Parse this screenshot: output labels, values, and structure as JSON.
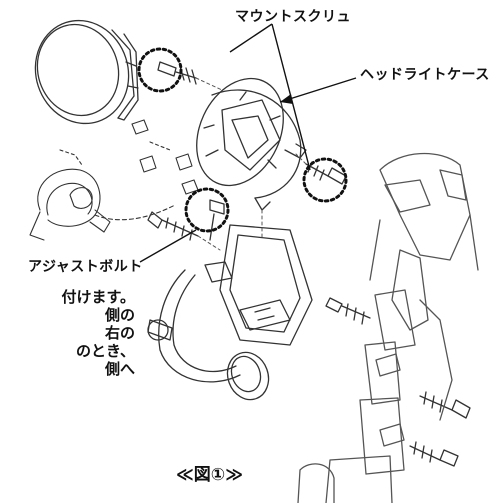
{
  "callouts": {
    "mount_screw": "マウントスクリュ",
    "headlight_case": "ヘッドライトケース",
    "adjust_bolt": "アジャストボルト"
  },
  "body_lines": [
    "付けます。",
    "側の",
    "右の",
    "のとき、",
    "側へ"
  ],
  "figure_caption": "≪図①≫"
}
